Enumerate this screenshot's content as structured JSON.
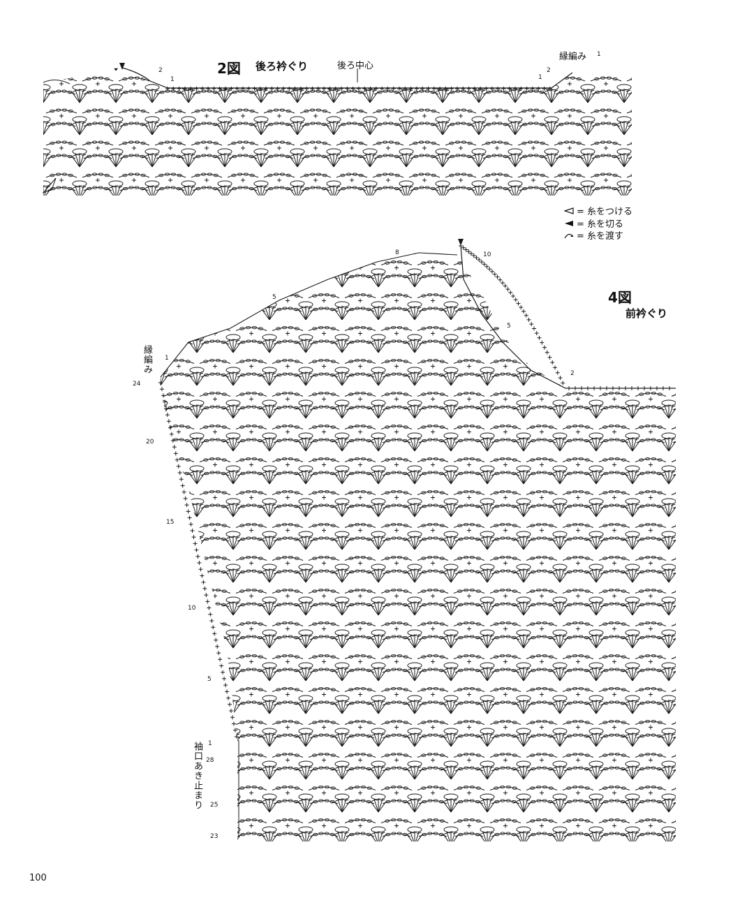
{
  "figure2": {
    "number": "2図",
    "title": "後ろ衿ぐり",
    "center_label": "後ろ中心",
    "edging_label": "縁編み",
    "row_numbers": [
      "2",
      "1",
      "2",
      "1",
      "1"
    ]
  },
  "legend": [
    {
      "icon": "attach-yarn-icon",
      "label": "= 糸をつける"
    },
    {
      "icon": "cut-yarn-icon",
      "label": "= 糸を切る"
    },
    {
      "icon": "carry-yarn-icon",
      "label": "= 糸を渡す"
    }
  ],
  "figure4": {
    "number": "4図",
    "title": "前衿ぐり",
    "edging_label": "縁編み",
    "cuff_label": "袖口あき止まり",
    "neck_row_numbers": [
      "8",
      "5",
      "1",
      "10",
      "5",
      "2"
    ],
    "side_row_numbers": [
      "24",
      "20",
      "15",
      "10",
      "5",
      "1"
    ],
    "cuff_row_numbers": [
      "28",
      "25",
      "23"
    ]
  },
  "page_number": "100"
}
